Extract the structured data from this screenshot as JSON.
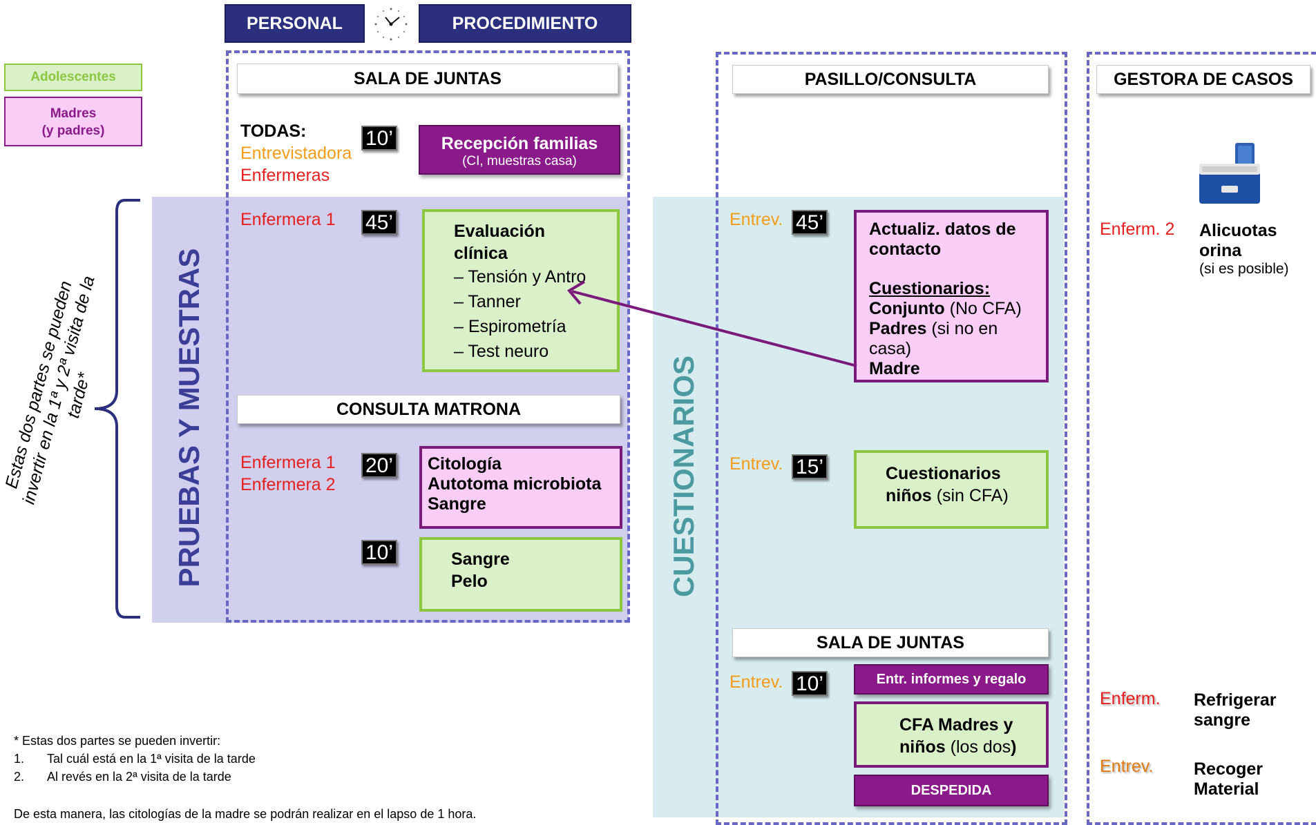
{
  "headers": {
    "personal": "PERSONAL",
    "procedimiento": "PROCEDIMIENTO"
  },
  "legend": {
    "adolescentes": "Adolescentes",
    "madres_line1": "Madres",
    "madres_line2": "(y padres)"
  },
  "colors": {
    "navy": "#2b2f7e",
    "green_fill": "#d9f0c8",
    "green_border": "#8dc63f",
    "pink_fill": "#f8cdf6",
    "purple": "#8a1a8a",
    "dash": "#6a66c6",
    "lavender": "#d0cfee",
    "teal_bg": "#d8ecef",
    "teal_text": "#4a9aa0",
    "red": "#e81f1f",
    "orange": "#f39c1a"
  },
  "bands": {
    "sala_juntas_1": "SALA DE JUNTAS",
    "pasillo": "PASILLO/CONSULTA",
    "gestora": "GESTORA DE CASOS",
    "consulta_matrona": "CONSULTA MATRONA",
    "sala_juntas_2": "SALA DE JUNTAS"
  },
  "vertical": {
    "pruebas": "PRUEBAS Y MUESTRAS",
    "cuestionarios": "CUESTIONARIOS"
  },
  "side_note": {
    "line1": "Estas dos partes se pueden",
    "line2": "invertir en la 1ª y 2ª visita de la",
    "line3": "tarde*"
  },
  "rows": {
    "todas": {
      "title": "TODAS:",
      "p1": "Entrevistadora",
      "p2": "Enfermeras",
      "time": "10’",
      "box_title": "Recepción familias",
      "box_sub": "(CI, muestras casa)"
    },
    "eval": {
      "staff": "Enfermera 1",
      "time": "45’",
      "title1": "Evaluación",
      "title2": "clínica",
      "items": [
        "– Tensión y Antro",
        "– Tanner",
        "– Espirometría",
        "– Test neuro"
      ]
    },
    "matrona": {
      "staff1": "Enfermera 1",
      "staff2": "Enfermera 2",
      "time": "20’",
      "items": [
        "Citología",
        "Autotoma microbiota",
        "Sangre"
      ]
    },
    "sangre": {
      "time": "10’",
      "items": [
        "Sangre",
        "Pelo"
      ]
    },
    "actualiz": {
      "staff": "Entrev.",
      "time": "45’",
      "line1": "Actualiz. datos de",
      "line2": "contacto",
      "cuest": "Cuestionarios:",
      "conj_b": "Conjunto",
      "conj_r": " (No CFA)",
      "padres_b": "Padres",
      "padres_r": " (si no en",
      "padres_r2": "casa)",
      "madre": "Madre"
    },
    "cuest_ninos": {
      "staff": "Entrev.",
      "time": "15’",
      "line1": "Cuestionarios",
      "line2_b": "niños",
      "line2_r": " (sin CFA)"
    },
    "informes": {
      "staff": "Entrev.",
      "time": "10’",
      "box": "Entr. informes y regalo"
    },
    "cfa": {
      "line1": "CFA Madres y",
      "line2_b": "niños",
      "line2_r": " (los dos",
      "line2_end": ")"
    },
    "despedida": {
      "box": "DESPEDIDA"
    }
  },
  "gestora": {
    "alicuotas": {
      "staff": "Enferm. 2",
      "line1": "Alicuotas",
      "line2": "orina",
      "line3": "(si es posible)"
    },
    "refrigerar": {
      "staff": "Enferm.",
      "line1": "Refrigerar",
      "line2": "sangre"
    },
    "recoger": {
      "staff": "Entrev.",
      "line1": "Recoger",
      "line2": "Material"
    }
  },
  "footnote": {
    "intro": "* Estas dos partes se pueden invertir:",
    "items": [
      {
        "num": "1.",
        "text": "Tal cuál está en la 1ª visita de la tarde"
      },
      {
        "num": "2.",
        "text": "Al revés en la 2ª visita de la tarde"
      }
    ],
    "final": "De esta manera, las citologías de la madre se podrán realizar en el lapso de 1 hora."
  }
}
